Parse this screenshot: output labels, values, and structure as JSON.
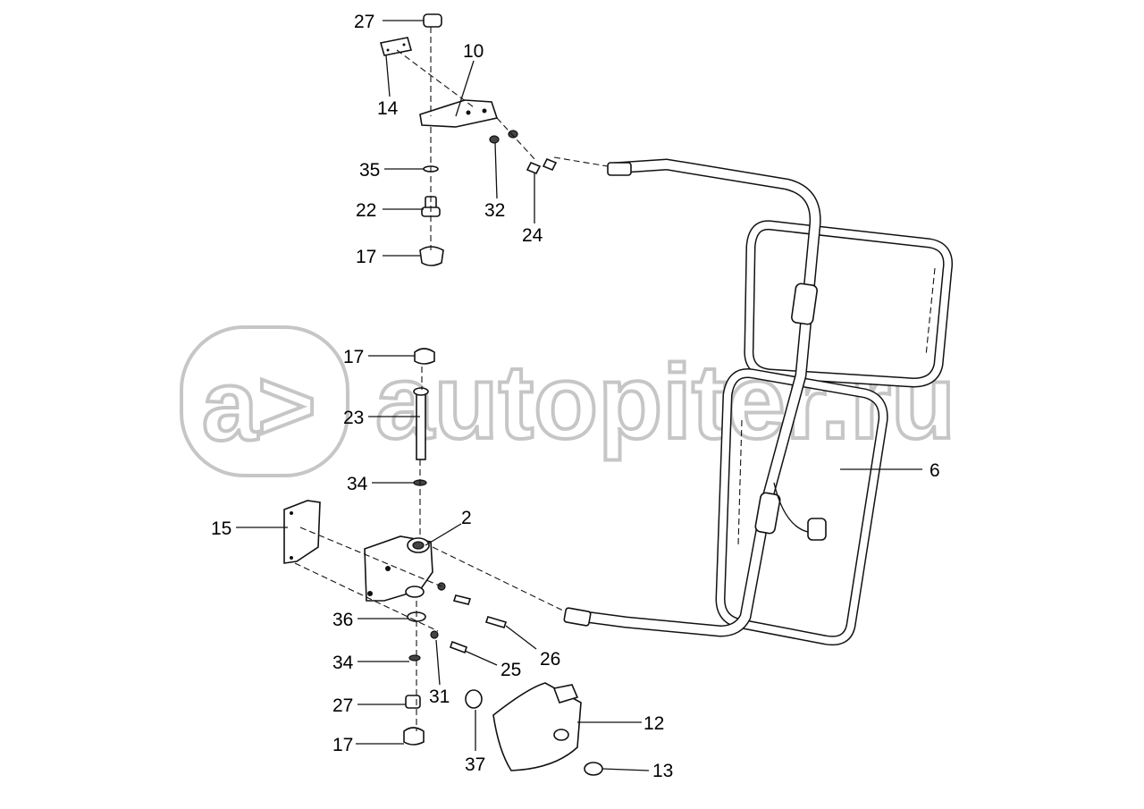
{
  "watermark": {
    "symbol": "a>",
    "text": "autopiter.ru"
  },
  "callouts": [
    {
      "id": "c27a",
      "label": "27"
    },
    {
      "id": "c14",
      "label": "14"
    },
    {
      "id": "c10",
      "label": "10"
    },
    {
      "id": "c35",
      "label": "35"
    },
    {
      "id": "c32",
      "label": "32"
    },
    {
      "id": "c22",
      "label": "22"
    },
    {
      "id": "c24",
      "label": "24"
    },
    {
      "id": "c17a",
      "label": "17"
    },
    {
      "id": "c17b",
      "label": "17"
    },
    {
      "id": "c23",
      "label": "23"
    },
    {
      "id": "c6",
      "label": "6"
    },
    {
      "id": "c34a",
      "label": "34"
    },
    {
      "id": "c2",
      "label": "2"
    },
    {
      "id": "c15",
      "label": "15"
    },
    {
      "id": "c36",
      "label": "36"
    },
    {
      "id": "c26",
      "label": "26"
    },
    {
      "id": "c34b",
      "label": "34"
    },
    {
      "id": "c25",
      "label": "25"
    },
    {
      "id": "c27b",
      "label": "27"
    },
    {
      "id": "c31",
      "label": "31"
    },
    {
      "id": "c12",
      "label": "12"
    },
    {
      "id": "c17c",
      "label": "17"
    },
    {
      "id": "c37",
      "label": "37"
    },
    {
      "id": "c13",
      "label": "13"
    }
  ]
}
